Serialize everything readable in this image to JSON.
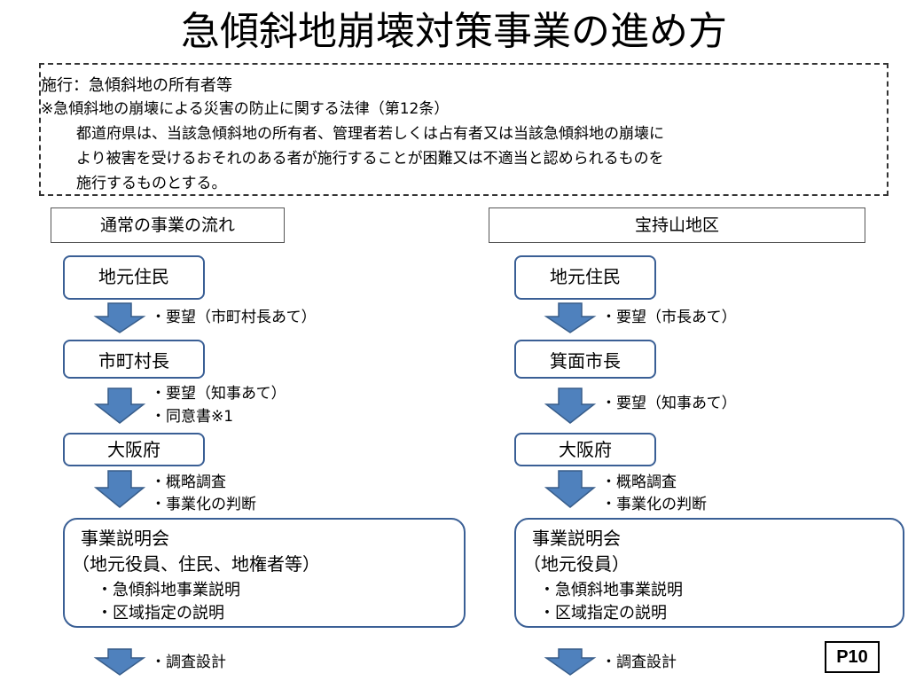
{
  "title": "急傾斜地崩壊対策事業の進め方",
  "notice": {
    "executor": "施行：急傾斜地の所有者等",
    "law_ref": "※急傾斜地の崩壊による災害の防止に関する法律（第12条）",
    "law_text_lines": [
      "都道府県は、当該急傾斜地の所有者、管理者若しくは占有者又は当該急傾斜地の崩壊に",
      "より被害を受けるおそれのある者が施行することが困難又は不適当と認められるものを",
      "施行するものとする。"
    ]
  },
  "left_flow": {
    "header": "通常の事業の流れ",
    "nodes": [
      "地元住民",
      "市町村長",
      "大阪府"
    ],
    "notes": [
      [
        "・要望（市町村長あて）"
      ],
      [
        "・要望（知事あて）",
        "・同意書※1"
      ],
      [
        "・概略調査",
        "・事業化の判断"
      ]
    ],
    "meeting": {
      "title": "事業説明会",
      "attendees": "（地元役員、住民、地権者等）",
      "items": [
        "・急傾斜地事業説明",
        "・区域指定の説明"
      ]
    },
    "last_note": "・調査設計"
  },
  "right_flow": {
    "header": "宝持山地区",
    "nodes": [
      "地元住民",
      "箕面市長",
      "大阪府"
    ],
    "notes": [
      [
        "・要望（市長あて）"
      ],
      [
        "・要望（知事あて）"
      ],
      [
        "・概略調査",
        "・事業化の判断"
      ]
    ],
    "meeting": {
      "title": "事業説明会",
      "attendees": "（地元役員）",
      "items": [
        "・急傾斜地事業説明",
        "・区域指定の説明"
      ]
    },
    "last_note": "・調査設計"
  },
  "page_number": "P10",
  "colors": {
    "node_border": "#3a5f95",
    "arrow_fill": "#4f81bd",
    "arrow_stroke": "#385d8a"
  }
}
